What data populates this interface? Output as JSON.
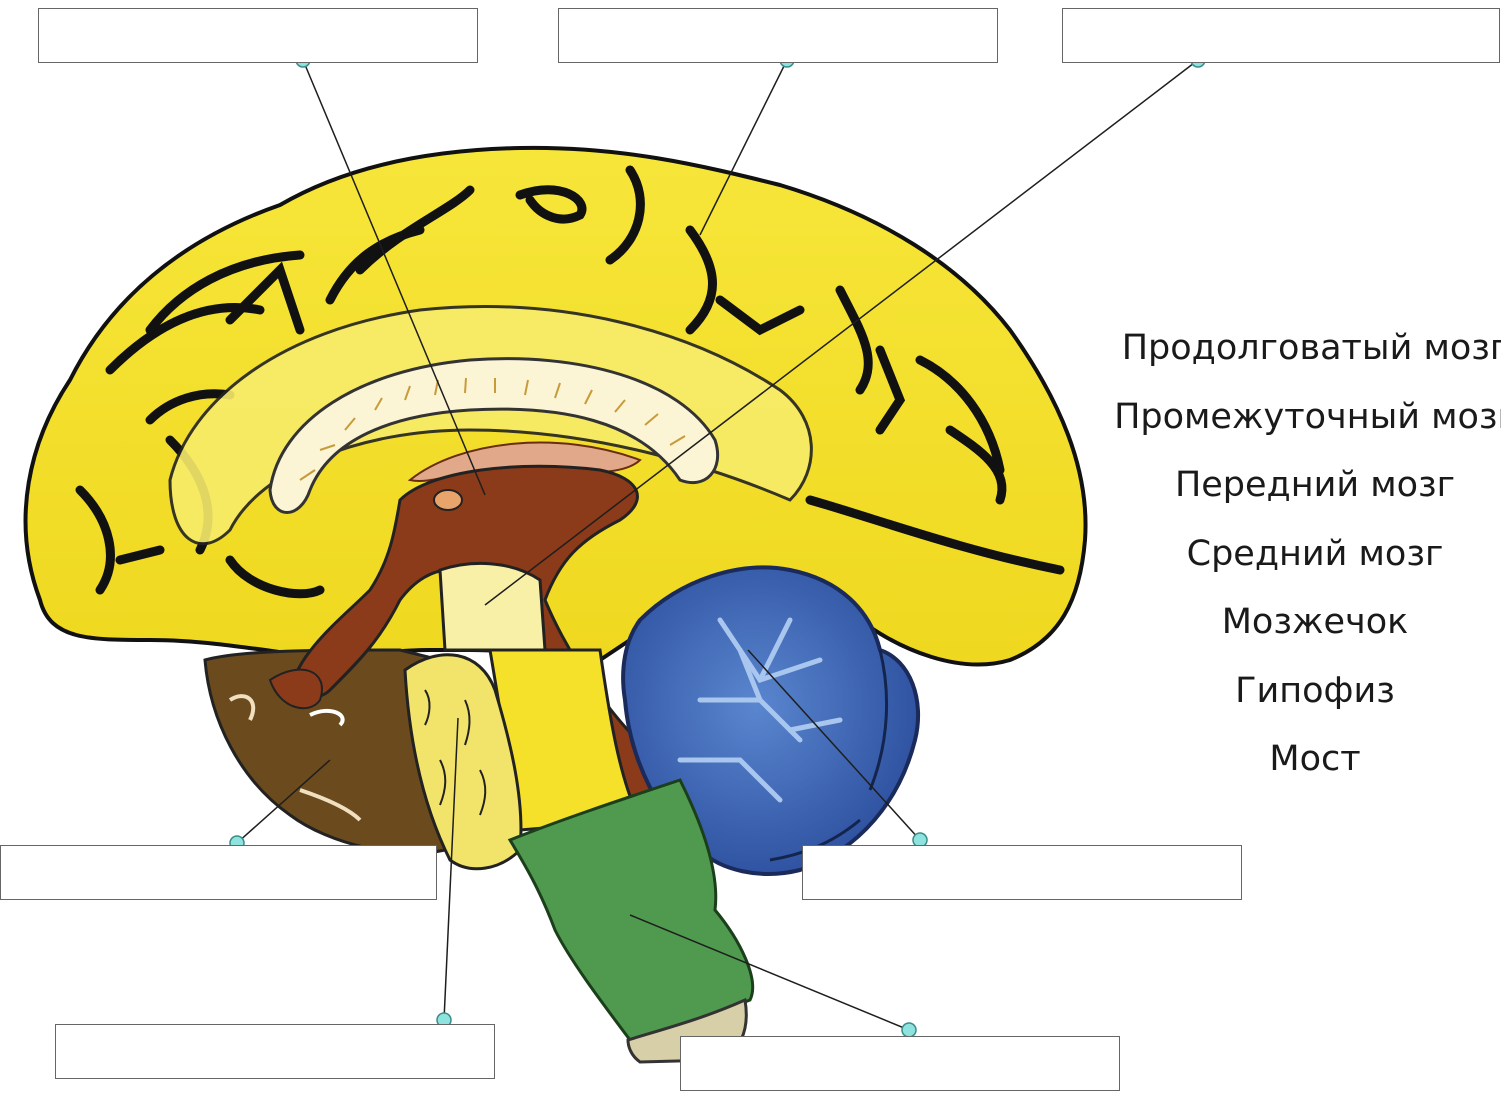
{
  "word_bank": {
    "items": [
      "Продолговатый мозг",
      "Промежуточный мозг",
      "Передний мозг",
      "Средний мозг",
      "Мозжечок",
      "Гипофиз",
      "Мост"
    ]
  },
  "label_boxes": [
    {
      "name": "label-box-diencephalon-top-left",
      "value": ""
    },
    {
      "name": "label-box-forebrain-top-center",
      "value": ""
    },
    {
      "name": "label-box-midbrain-top-right",
      "value": ""
    },
    {
      "name": "label-box-pituitary-area-bottom-left",
      "value": ""
    },
    {
      "name": "label-box-pons-bottom-left",
      "value": ""
    },
    {
      "name": "label-box-cerebellum-bottom-right",
      "value": ""
    },
    {
      "name": "label-box-medulla-bottom-center",
      "value": ""
    }
  ],
  "colors": {
    "cerebrum": "#f5e12a",
    "diencephalon": "#8b3a1a",
    "cerebellum": "#3a5fb0",
    "brainstem": "#4f9a4f",
    "pons": "#f2e46a",
    "temporal_lobe": "#6b4a1e",
    "leader_dot": "#8fe3df",
    "box_border": "#666666"
  }
}
